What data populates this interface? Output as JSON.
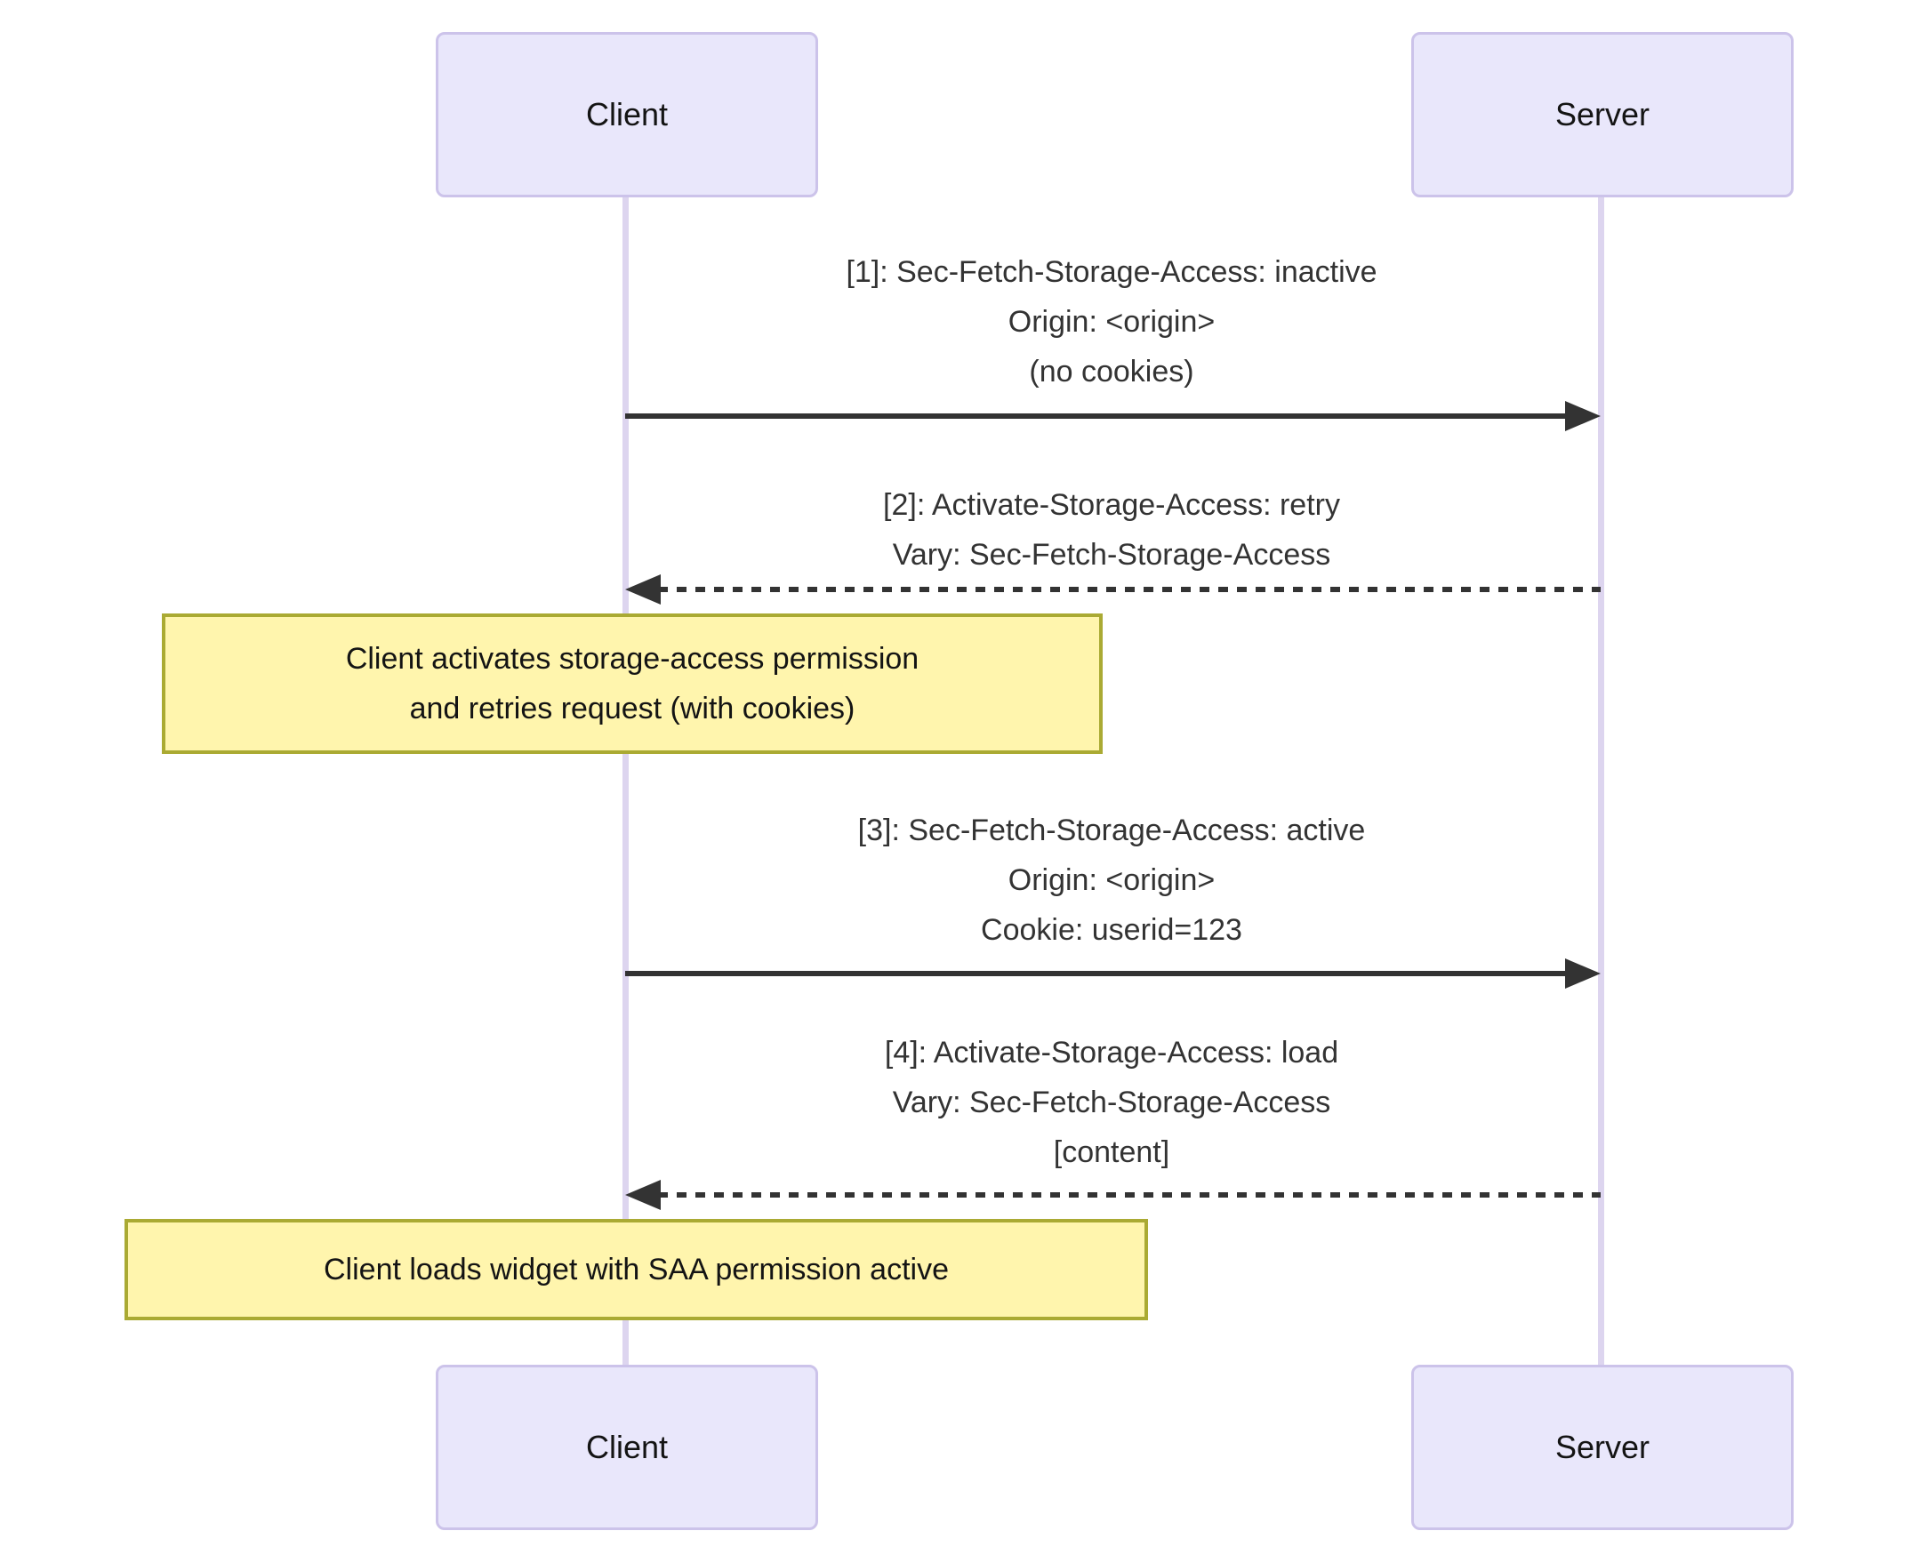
{
  "diagram": {
    "type": "sequence",
    "actors": [
      {
        "id": "client",
        "label": "Client"
      },
      {
        "id": "server",
        "label": "Server"
      }
    ],
    "messages": [
      {
        "seq": "1",
        "from": "Client",
        "to": "Server",
        "line_style": "solid",
        "arrow_direction": "right",
        "lines": [
          "[1]: Sec-Fetch-Storage-Access: inactive",
          "Origin: <origin>",
          "(no cookies)"
        ]
      },
      {
        "seq": "2",
        "from": "Server",
        "to": "Client",
        "line_style": "dashed",
        "arrow_direction": "left",
        "lines": [
          "[2]: Activate-Storage-Access: retry",
          "Vary: Sec-Fetch-Storage-Access"
        ]
      },
      {
        "seq": "3",
        "from": "Client",
        "to": "Server",
        "line_style": "solid",
        "arrow_direction": "right",
        "lines": [
          "[3]: Sec-Fetch-Storage-Access: active",
          "Origin: <origin>",
          "Cookie: userid=123"
        ]
      },
      {
        "seq": "4",
        "from": "Server",
        "to": "Client",
        "line_style": "dashed",
        "arrow_direction": "left",
        "lines": [
          "[4]: Activate-Storage-Access: load",
          "Vary: Sec-Fetch-Storage-Access",
          "[content]"
        ]
      }
    ],
    "notes": [
      {
        "over": "Client",
        "lines": [
          "Client activates storage-access permission",
          "and retries request (with cookies)"
        ]
      },
      {
        "over": "Client",
        "lines": [
          "Client loads widget with SAA permission active"
        ]
      }
    ],
    "colors": {
      "background": "#FFFFFF",
      "actor_fill": "#E9E7FB",
      "actor_border": "#CCC3EA",
      "lifeline": "#DDD5EF",
      "note_fill": "#FFF5AD",
      "note_border": "#AAAA33",
      "message_text": "#333333",
      "arrow": "#333333"
    }
  }
}
